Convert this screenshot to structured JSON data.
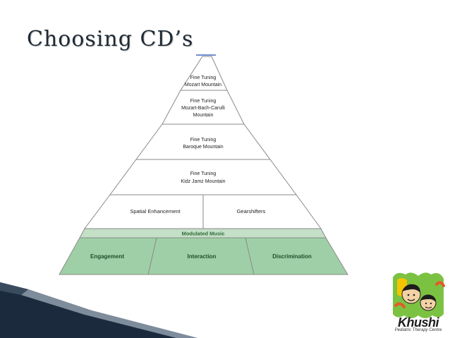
{
  "slide": {
    "title": "Choosing CD’s"
  },
  "pyramid": {
    "tiers": [
      {
        "lines": [
          "Fine Tuning",
          "Mozart Mountain"
        ]
      },
      {
        "lines": [
          "Fine Tuning",
          "Mozart-Bach-Carulli",
          "Mountain"
        ]
      },
      {
        "lines": [
          "Fine Tuning",
          "Baroque Mountain"
        ]
      },
      {
        "lines": [
          "Fine Tuning",
          "Kidz Jamz Mountain"
        ]
      }
    ],
    "split_tier": {
      "left": "Spatial Enhancement",
      "right": "Gearshifters"
    },
    "band": "Modulated Music",
    "base": [
      "Engagement",
      "Interaction",
      "Discrimination"
    ],
    "colors": {
      "band_fill": "#c4e0c7",
      "base_fill": "#9fcfa6",
      "line": "#8a8a8a"
    }
  },
  "logo": {
    "word": "Khushi",
    "subtitle": "Pediatric Therapy Centre"
  }
}
